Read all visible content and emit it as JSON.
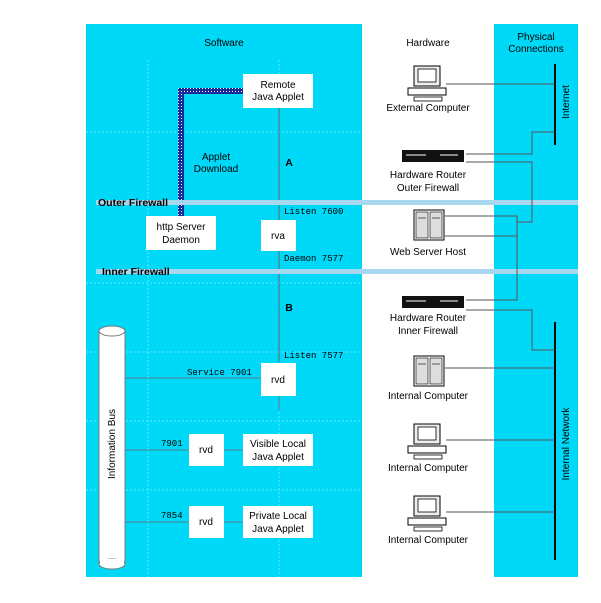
{
  "columns": {
    "software": "Software",
    "hardware": "Hardware",
    "physical": [
      "Physical",
      "Connections"
    ]
  },
  "firewalls": {
    "outer": "Outer Firewall",
    "inner": "Inner Firewall"
  },
  "software": {
    "remote_applet": [
      "Remote",
      "Java Applet"
    ],
    "applet_download": [
      "Applet",
      "Download"
    ],
    "http_daemon": [
      "http Server",
      "Daemon"
    ],
    "rva": "rva",
    "segment_a": "A",
    "segment_b": "B",
    "listen_7600": "Listen 7600",
    "daemon_7577": "Daemon 7577",
    "listen_7577": "Listen 7577",
    "service_7901": "Service 7901",
    "rvd_main": "rvd",
    "info_bus": "Information Bus",
    "port_7901": "7901",
    "rvd_visible": "rvd",
    "visible_applet": [
      "Visible Local",
      "Java Applet"
    ],
    "port_7854": "7854",
    "rvd_private": "rvd",
    "private_applet": [
      "Private Local",
      "Java Applet"
    ]
  },
  "hardware": {
    "external_computer": "External Computer",
    "router_outer": [
      "Hardware Router",
      "Outer Firewall"
    ],
    "web_server_host": "Web Server Host",
    "router_inner": [
      "Hardware Router",
      "Inner Firewall"
    ],
    "internal_computer_1": "Internal Computer",
    "internal_computer_2": "Internal Computer",
    "internal_computer_3": "Internal Computer"
  },
  "physical": {
    "internet": "Internet",
    "internal_network": "Internal Network"
  },
  "colors": {
    "panel": "#00d8f8",
    "firewall_band": "#a8d8f0",
    "download_path": "#1a2a9a"
  }
}
